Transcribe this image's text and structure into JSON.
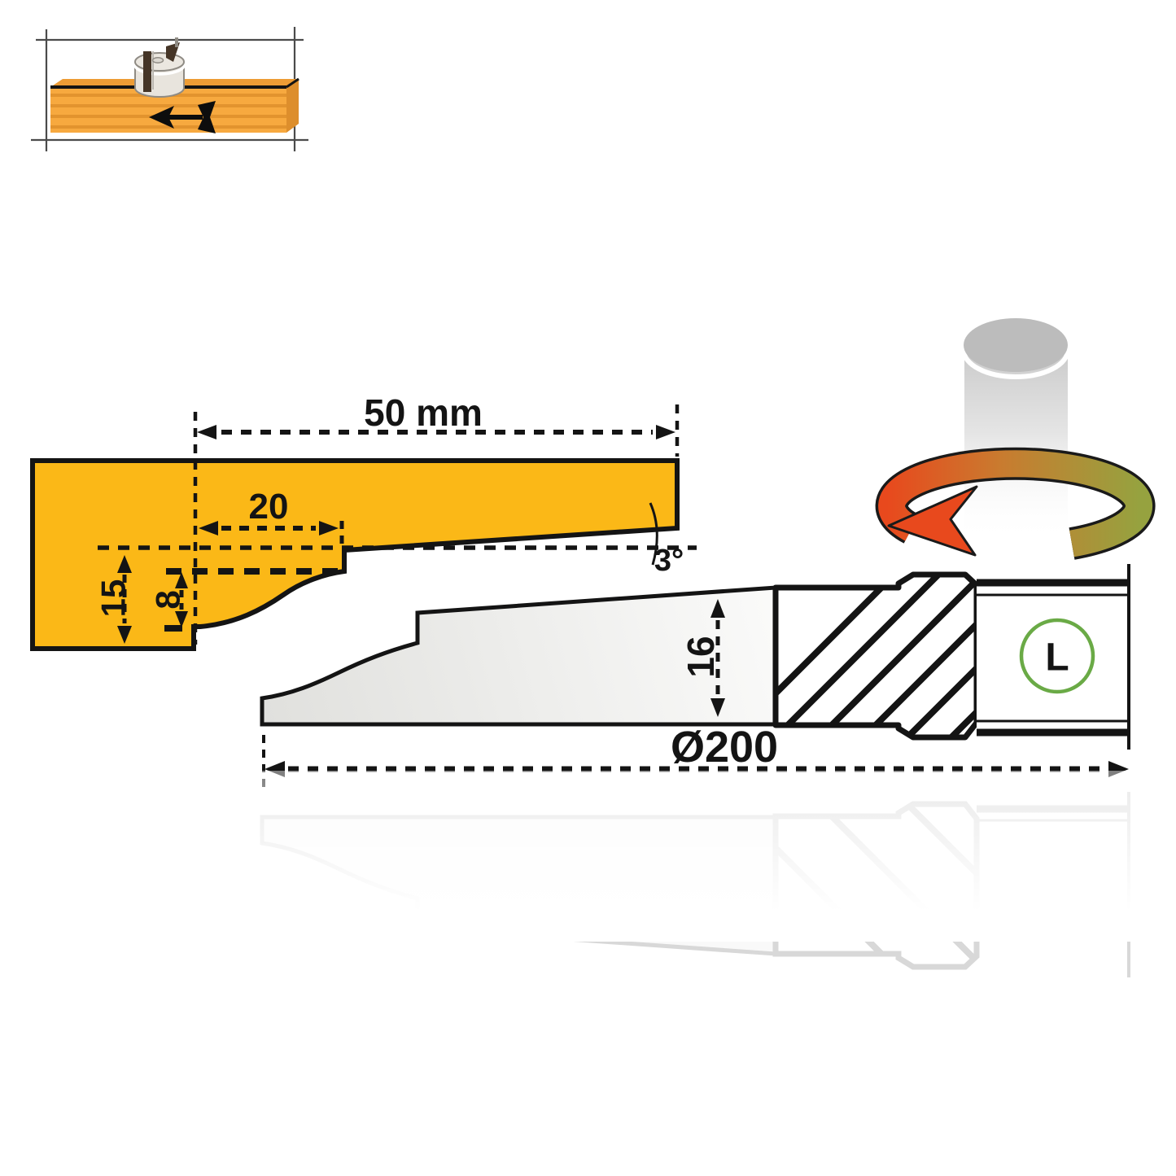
{
  "title": "Woodworking cutter head profile diagram",
  "colors": {
    "background": "#ffffff",
    "wood_orange": "#FBB817",
    "plank_orange": "#F7A93F",
    "plank_stripe": "#E2932E",
    "outline_black": "#141414",
    "blade_gray_dark": "#e0e0dd",
    "blade_gray_light": "#fafaf9",
    "rotation_red": "#E8491D",
    "rotation_green": "#96A23F",
    "marker_green": "#6AAA46"
  },
  "sketch_icon": {
    "description": "cutter head milling a plank, feed direction arrow pointing left"
  },
  "wood_profile": {
    "width_label": "50 mm",
    "tongue_label": "20",
    "depth_label": "15",
    "groove_label": "8",
    "angle_label": "3°"
  },
  "cutter": {
    "height_label": "16",
    "diameter_label": "Ø200",
    "hand_label": "L"
  }
}
